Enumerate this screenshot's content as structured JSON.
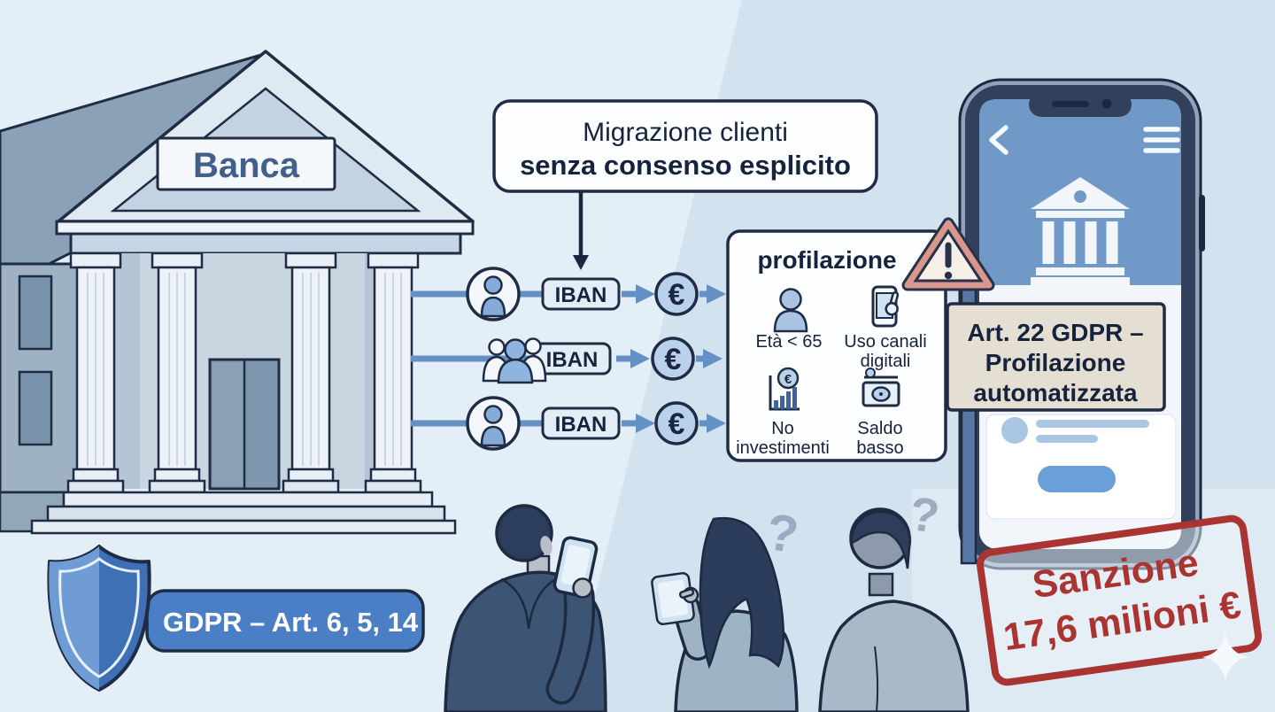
{
  "bank": {
    "sign_label": "Banca"
  },
  "callout": {
    "line1": "Migrazione clienti",
    "line2": "senza consenso esplicito"
  },
  "flow": {
    "iban_label": "IBAN",
    "euro_symbol": "€",
    "rows": [
      "single-customer",
      "customer-group",
      "single-customer"
    ]
  },
  "profiling": {
    "title": "profilazione",
    "items": [
      {
        "icon": "person-icon",
        "line1": "Età < 65",
        "line2": ""
      },
      {
        "icon": "digital-channels-icon",
        "line1": "Uso canali",
        "line2": "digitali"
      },
      {
        "icon": "no-investments-chart-icon",
        "line1": "No",
        "line2": "investimenti"
      },
      {
        "icon": "low-balance-cash-icon",
        "line1": "Saldo",
        "line2": "basso"
      }
    ]
  },
  "warning_sign": {
    "line1": "Art. 22 GDPR –",
    "line2": "Profilazione",
    "line3": "automatizzata"
  },
  "gdpr_badge": {
    "label": "GDPR – Art. 6, 5, 14"
  },
  "sanction_stamp": {
    "line1": "Sanzione",
    "line2": "17,6 milioni €"
  },
  "bystanders": {
    "question_mark": "?"
  },
  "colors": {
    "background": "#d3e2ef",
    "background_light": "#e4eef6",
    "outline": "#1f2c44",
    "flow_blue": "#6590c4",
    "accent_blue": "#4a7ec5",
    "phone_header_blue": "#7199c8",
    "stamp_red": "#a93431",
    "warning_salmon": "#d9968b",
    "sign_beige": "#e5dfd3"
  }
}
